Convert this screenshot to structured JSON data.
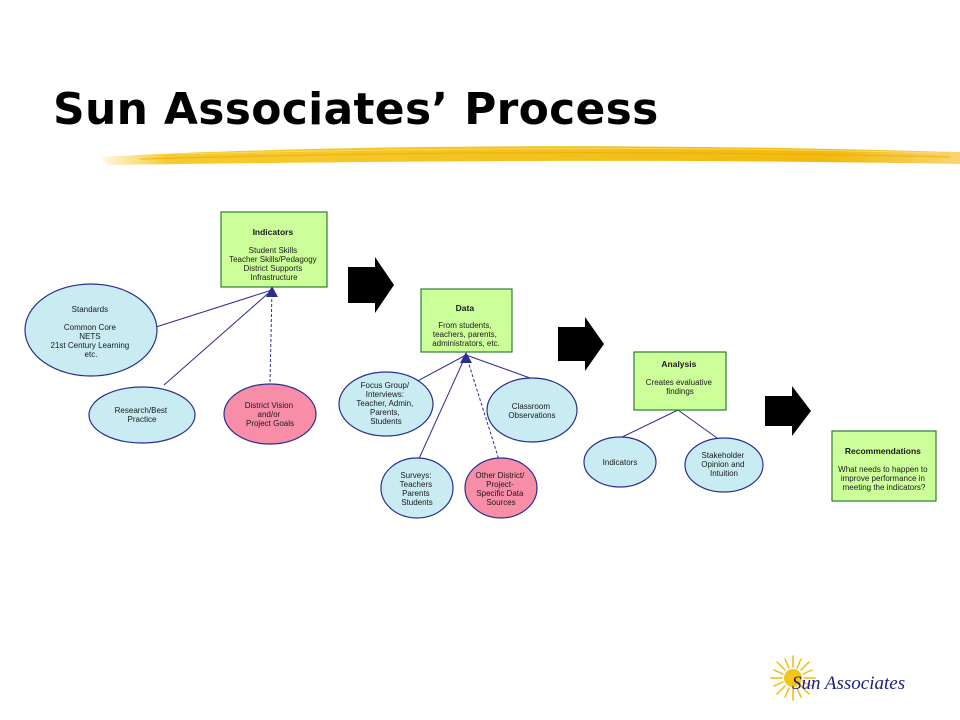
{
  "slide": {
    "title": "Sun Associates’ Process"
  },
  "nodes": {
    "indicators": {
      "title": "Indicators",
      "lines": [
        "Student Skills",
        "Teacher Skills/Pedagogy",
        "District Supports",
        "Infrastructure"
      ]
    },
    "standards": {
      "lines": [
        "Standards",
        "",
        "Common Core",
        "NETS",
        "21st Century Learning",
        "etc."
      ]
    },
    "research": {
      "lines": [
        "Research/Best",
        "Practice"
      ]
    },
    "vision": {
      "lines": [
        "District Vision",
        "and/or",
        "Project Goals"
      ]
    },
    "data": {
      "title": "Data",
      "lines": [
        "From students,",
        "teachers, parents,",
        "administrators, etc."
      ]
    },
    "focus": {
      "lines": [
        "Focus Group/",
        "Interviews:",
        "Teacher, Admin,",
        "Parents,",
        "Students"
      ]
    },
    "classroom": {
      "lines": [
        "Classroom",
        "Observations"
      ]
    },
    "surveys": {
      "lines": [
        "Surveys:",
        "Teachers",
        "Parents",
        "Students"
      ]
    },
    "other": {
      "lines": [
        "Other District/",
        "Project-",
        "Specific Data",
        "Sources"
      ]
    },
    "analysis": {
      "title": "Analysis",
      "lines": [
        "Creates evaluative",
        "findings"
      ]
    },
    "indicators_small": {
      "lines": [
        "Indicators"
      ]
    },
    "stakeholder": {
      "lines": [
        "Stakeholder",
        "Opinion and",
        "Intuition"
      ]
    },
    "recommendations": {
      "title": "Recommendations",
      "lines": [
        "What needs to happen to",
        "improve performance in",
        "meeting the indicators?"
      ]
    }
  },
  "colors": {
    "box_fill": "#ccff99",
    "box_stroke": "#2e7d32",
    "ellipse_fill": "#c8ecf2",
    "ellipse_pink": "#f78da7",
    "ellipse_stroke": "#2a2f8f",
    "edge": "#2a2f8f",
    "arrow_fill": "#000000",
    "highlight": "#f5c518"
  },
  "logo": {
    "text": "Sun Associates"
  }
}
